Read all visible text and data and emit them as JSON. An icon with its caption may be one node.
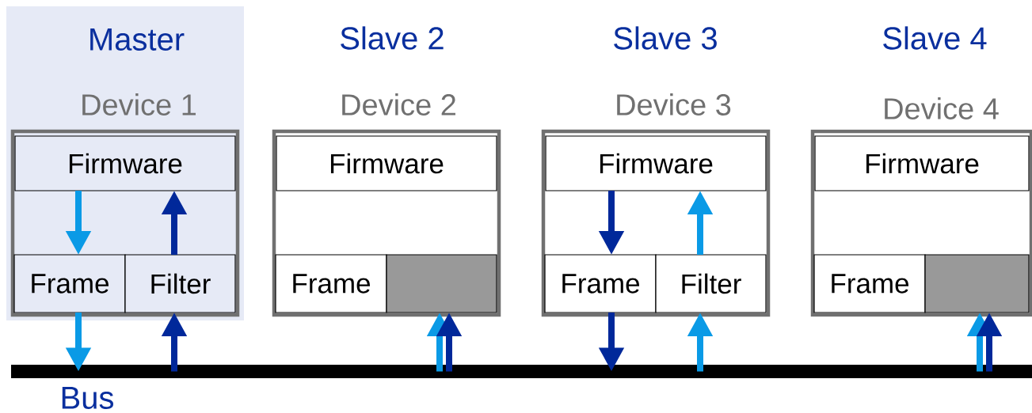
{
  "diagram": {
    "nodes": [
      {
        "text": [
          "Master",
          "Device 1"
        ]
      },
      {
        "text": [
          "Firmware"
        ],
        "in": 0
      },
      {
        "text": [
          "Frame"
        ],
        "in": 0
      },
      {
        "text": [
          "Filter"
        ],
        "in": 0
      },
      {
        "text": [
          "Slave 2",
          "Device 2"
        ]
      },
      {
        "text": [
          "Firmware"
        ],
        "in": 4
      },
      {
        "text": [
          "Frame"
        ],
        "in": 4
      },
      {
        "text": [],
        "shape": "box",
        "in": 4
      },
      {
        "text": [
          "Slave 3",
          "Device 3"
        ]
      },
      {
        "text": [
          "Firmware"
        ],
        "in": 8
      },
      {
        "text": [
          "Frame"
        ],
        "in": 8
      },
      {
        "text": [
          "Filter"
        ],
        "in": 8
      },
      {
        "text": [
          "Slave 4",
          "Device 4"
        ]
      },
      {
        "text": [
          "Firmware"
        ],
        "in": 12
      },
      {
        "text": [
          "Frame"
        ],
        "in": 12
      },
      {
        "text": [],
        "shape": "box",
        "in": 12
      },
      {
        "text": [],
        "shape": "bar",
        "beside": [
          "Bus"
        ]
      }
    ],
    "edges": [
      {
        "from": 1,
        "to": 2,
        "arrow": "to",
        "color": "#0a9ae6"
      },
      {
        "from": 3,
        "to": 1,
        "arrow": "to",
        "color": "#00289a"
      },
      {
        "from": 2,
        "to": 16,
        "arrow": "to",
        "color": "#0a9ae6"
      },
      {
        "from": 16,
        "to": 3,
        "arrow": "to",
        "color": "#00289a"
      },
      {
        "from": 16,
        "to": 7,
        "arrow": "to",
        "color": "#0a9ae6"
      },
      {
        "from": 16,
        "to": 7,
        "arrow": "to",
        "color": "#00289a"
      },
      {
        "from": 9,
        "to": 10,
        "arrow": "to",
        "color": "#00289a"
      },
      {
        "from": 11,
        "to": 9,
        "arrow": "to",
        "color": "#0a9ae6"
      },
      {
        "from": 10,
        "to": 16,
        "arrow": "to",
        "color": "#00289a"
      },
      {
        "from": 16,
        "to": 11,
        "arrow": "to",
        "color": "#0a9ae6"
      },
      {
        "from": 16,
        "to": 15,
        "arrow": "to",
        "color": "#0a9ae6"
      },
      {
        "from": 16,
        "to": 15,
        "arrow": "to",
        "color": "#00289a"
      }
    ]
  }
}
